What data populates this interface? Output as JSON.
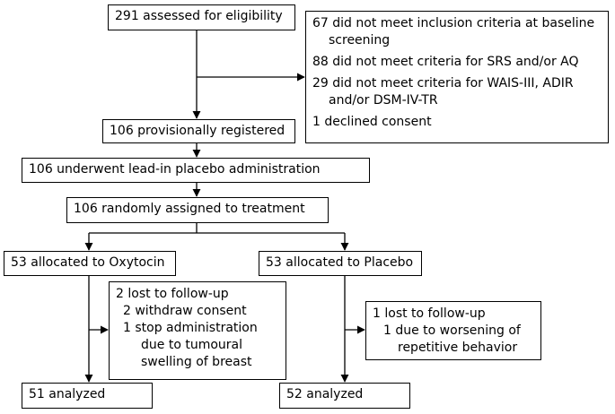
{
  "flow": {
    "assessed": "291 assessed for eligibility",
    "exclusions": {
      "item1_line1": "67 did not meet inclusion criteria at baseline",
      "item1_line2": "screening",
      "item2": "88 did not meet criteria for SRS and/or AQ",
      "item3_line1": "29 did not meet criteria for WAIS-III, ADIR",
      "item3_line2": "and/or DSM-IV-TR",
      "item4": "1 declined consent"
    },
    "registered": "106 provisionally registered",
    "lead_in": "106 underwent lead-in placebo administration",
    "randomized": "106 randomly assigned to treatment",
    "oxytocin_arm": {
      "allocated": "53 allocated to Oxytocin",
      "loss_line1": "2 lost to follow-up",
      "loss_line2": "2 withdraw consent",
      "loss_line3": "1 stop administration",
      "loss_line4": "due to tumoural",
      "loss_line5": "swelling of breast",
      "analyzed": "51 analyzed"
    },
    "placebo_arm": {
      "allocated": "53 allocated to Placebo",
      "loss_line1": "1 lost to follow-up",
      "loss_line2": "1 due to worsening of",
      "loss_line3": "repetitive behavior",
      "analyzed": "52 analyzed"
    }
  }
}
